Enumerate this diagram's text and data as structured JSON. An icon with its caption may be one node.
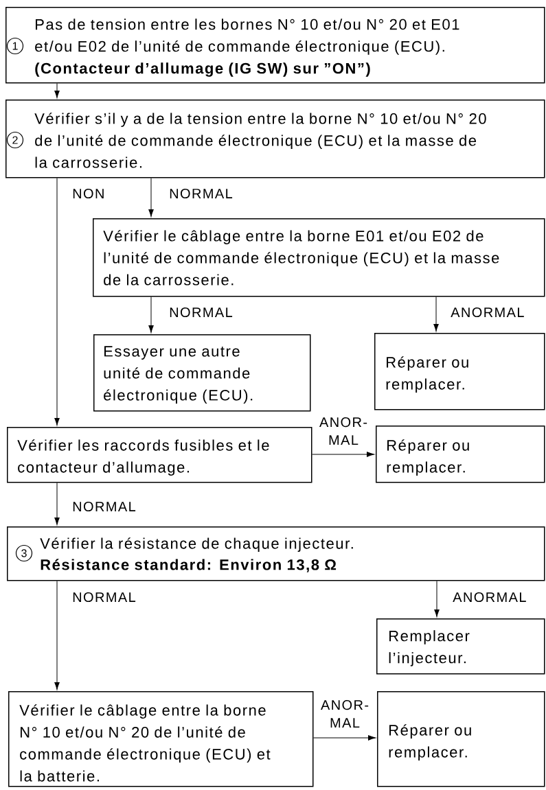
{
  "diagram": {
    "nodes": [
      {
        "text": [
          "1",
          "Pas de tension entre les bornes N° 10 et/ou N° 20 et E01 et/ou E02 de l’unité de commande électronique (ECU).",
          "(Contacteur d’allumage (IG SW) sur ”ON”)"
        ]
      },
      {
        "text": [
          "2",
          "Vérifier s’il y a de la tension entre la borne N° 10 et/ou N° 20 de l’unité de commande électronique (ECU) et la masse de la carrosserie."
        ]
      },
      {
        "text": [
          "Vérifier le câblage entre la borne E01 et/ou E02 de l’unité de commande électronique (ECU) et la masse de la carrosserie."
        ]
      },
      {
        "text": [
          "Essayer une autre unité de commande électronique (ECU)."
        ]
      },
      {
        "text": [
          "Réparer ou remplacer."
        ]
      },
      {
        "text": [
          "Vérifier les raccords fusibles et le contacteur d’allumage."
        ]
      },
      {
        "text": [
          "Réparer ou remplacer."
        ]
      },
      {
        "text": [
          "3",
          "Vérifier la résistance de chaque injecteur.",
          "Résistance standard:  Environ 13,8 Ω"
        ]
      },
      {
        "text": [
          "Remplacer l’injecteur."
        ]
      },
      {
        "text": [
          "Vérifier le câblage entre la borne N° 10 et/ou N° 20 de l’unité de commande électronique (ECU) et la batterie."
        ]
      },
      {
        "text": [
          "Réparer ou remplacer."
        ]
      }
    ],
    "edges": [
      {
        "from": 0,
        "to": 1,
        "arrow": "to"
      },
      {
        "from": 1,
        "to": 5,
        "arrow": "to",
        "label": "NON"
      },
      {
        "from": 1,
        "to": 2,
        "arrow": "to",
        "label": "NORMAL"
      },
      {
        "from": 2,
        "to": 3,
        "arrow": "to",
        "label": "NORMAL"
      },
      {
        "from": 2,
        "to": 4,
        "arrow": "to",
        "label": "ANORMAL"
      },
      {
        "from": 5,
        "to": 6,
        "arrow": "to",
        "label": "ANOR- MAL"
      },
      {
        "from": 5,
        "to": 7,
        "arrow": "to",
        "label": "NORMAL"
      },
      {
        "from": 7,
        "to": 8,
        "arrow": "to",
        "label": "ANORMAL"
      },
      {
        "from": 7,
        "to": 9,
        "arrow": "to",
        "label": "NORMAL"
      },
      {
        "from": 9,
        "to": 10,
        "arrow": "to",
        "label": "ANOR- MAL"
      }
    ]
  }
}
